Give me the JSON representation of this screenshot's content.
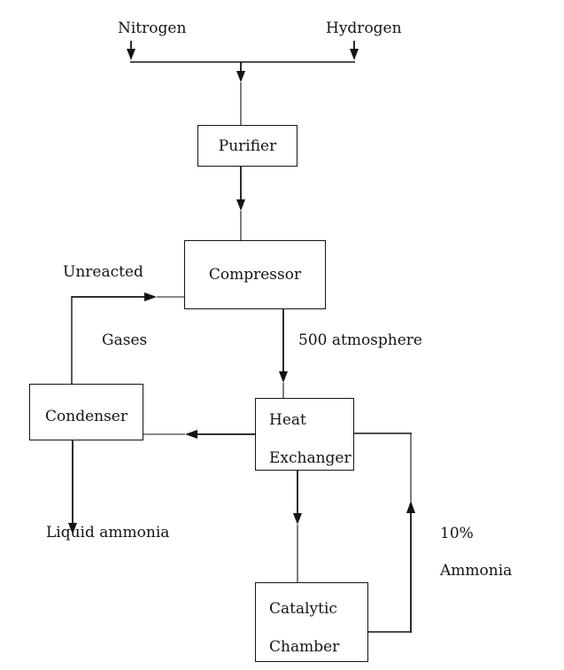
{
  "annotations": {
    "input_left": "Nitrogen",
    "input_right": "Hydrogen",
    "recycle_line1": "Unreacted",
    "recycle_line2": "Gases",
    "pressure": "500 atmosphere",
    "output": "Liquid ammonia",
    "yield_line1": "10%",
    "yield_line2": "Ammonia"
  },
  "nodes": {
    "purifier": {
      "label": "Purifier"
    },
    "compressor": {
      "label": "Compressor"
    },
    "condenser": {
      "label": "Condenser"
    },
    "heat_exchanger": {
      "label_line1": "Heat",
      "label_line2": "Exchanger"
    },
    "catalytic_chamber": {
      "label_line1": "Catalytic",
      "label_line2": "Chamber"
    }
  },
  "colors": {
    "ink": "#141414",
    "background": "#ffffff"
  }
}
